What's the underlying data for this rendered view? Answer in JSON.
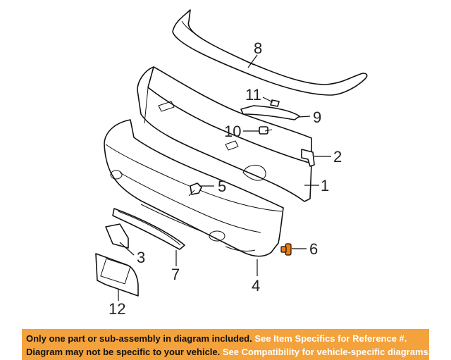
{
  "callouts": {
    "c1": "1",
    "c2": "2",
    "c3": "3",
    "c4": "4",
    "c5": "5",
    "c6": "6",
    "c7": "7",
    "c8": "8",
    "c9": "9",
    "c10": "10",
    "c11": "11",
    "c12": "12"
  },
  "highlight_color": "#f07c10",
  "banner": {
    "line1_a": "Only one part or sub-assembly in diagram included. ",
    "line1_b": "See Item Specifics for Reference #.",
    "line2_a": "Diagram may not be specific to your vehicle. ",
    "line2_b": "See Compatibility for vehicle-specific diagrams.",
    "color": "#f3a23c"
  }
}
